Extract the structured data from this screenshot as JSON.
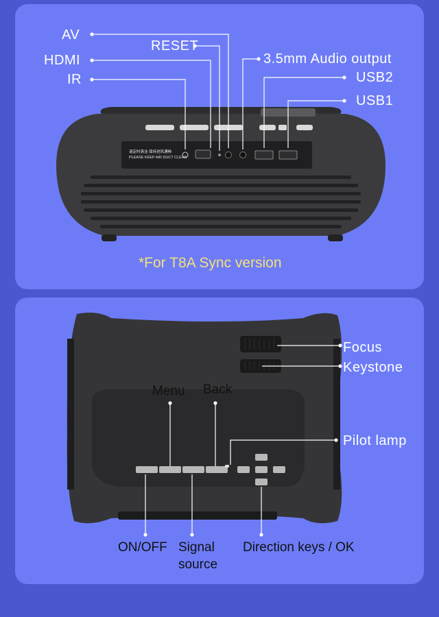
{
  "top_panel": {
    "labels": {
      "av": "AV",
      "reset": "RESET",
      "hdmi": "HDMI",
      "audio": "3.5mm Audio output",
      "ir": "IR",
      "usb2": "USB2",
      "usb1": "USB1"
    },
    "sticker_line1": "请定时清洁 保持进风通畅",
    "sticker_line2": "PLEASE KEEP AIR DUCT CLEAN",
    "note": "*For T8A Sync version"
  },
  "bottom_panel": {
    "labels": {
      "focus": "Focus",
      "keystone": "Keystone",
      "menu": "Menu",
      "back": "Back",
      "pilot_lamp": "Pilot lamp",
      "on_off": "ON/OFF",
      "signal_line1": "Signal",
      "signal_line2": "source",
      "direction": "Direction keys / OK"
    }
  },
  "colors": {
    "background": "#4a57cf",
    "panel": "#6d7cf6",
    "device_body": "#3a3a3c",
    "note_text": "#f3e07a"
  }
}
